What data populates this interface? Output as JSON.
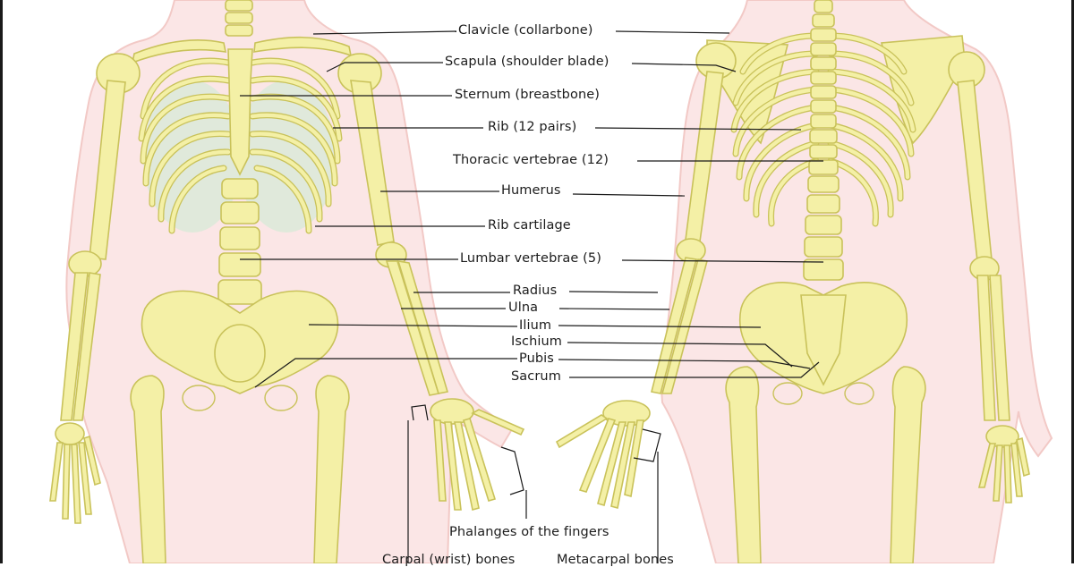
{
  "labels": {
    "clavicle": "Clavicle (collarbone)",
    "scapula": "Scapula (shoulder blade)",
    "sternum": "Sternum (breastbone)",
    "rib": "Rib (12 pairs)",
    "thoracic": "Thoracic vertebrae (12)",
    "humerus": "Humerus",
    "rib_cartilage": "Rib cartilage",
    "lumbar": "Lumbar vertebrae (5)",
    "radius": "Radius",
    "ulna": "Ulna",
    "ilium": "Ilium",
    "ischium": "Ischium",
    "pubis": "Pubis",
    "sacrum": "Sacrum",
    "phalanges": "Phalanges of the fingers",
    "carpal": "Carpal (wrist) bones",
    "metacarpal": "Metacarpal bones"
  },
  "colors": {
    "bone": "#f4f0a6",
    "bone_outline": "#c9c25a",
    "bone_shadow": "#e6df7c",
    "body": "#fbe6e6",
    "body_outline": "#f2c9c6",
    "lung": "#d9ead8",
    "leader_line": "#1a1a1a"
  }
}
